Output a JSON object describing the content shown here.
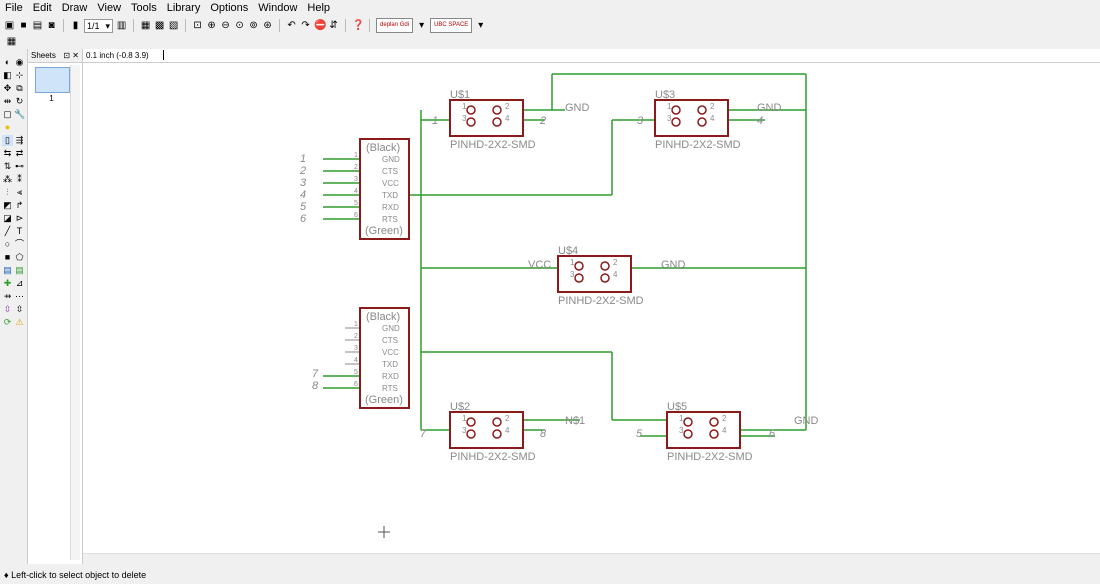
{
  "menu": {
    "items": [
      "File",
      "Edit",
      "Draw",
      "View",
      "Tools",
      "Library",
      "Options",
      "Window",
      "Help"
    ]
  },
  "toolbar": {
    "sheet_select": "1/1",
    "logo1": "deplan Gdi",
    "logo2": "UBC SPACE"
  },
  "sheets": {
    "title": "Sheets",
    "current": "1"
  },
  "command": {
    "coordinates": "0.1 inch (-0.8 3.9)"
  },
  "status": {
    "message": "Left-click to select object to delete"
  },
  "schematic": {
    "parts": [
      {
        "name": "U$1",
        "package": "PINHD-2X2-SMD"
      },
      {
        "name": "U$3",
        "package": "PINHD-2X2-SMD"
      },
      {
        "name": "U$4",
        "package": "PINHD-2X2-SMD"
      },
      {
        "name": "U$2",
        "package": "PINHD-2X2-SMD"
      },
      {
        "name": "U$5",
        "package": "PINHD-2X2-SMD"
      }
    ],
    "header1": {
      "top": "(Black)",
      "bottom": "(Green)",
      "pins": [
        "GND",
        "CTS",
        "VCC",
        "TXD",
        "RXD",
        "RTS"
      ],
      "nets": [
        "1",
        "2",
        "3",
        "4",
        "5",
        "6"
      ]
    },
    "header2": {
      "top": "(Black)",
      "bottom": "(Green)",
      "pins": [
        "GND",
        "CTS",
        "VCC",
        "TXD",
        "RXD",
        "RTS"
      ],
      "nets": [
        "7",
        "8"
      ]
    },
    "net_labels": {
      "gnd": "GND",
      "vcc": "VCC",
      "n1": "N$1"
    },
    "pin_nums": [
      "1",
      "2",
      "3",
      "4"
    ],
    "header_pin_nums": [
      "1",
      "2",
      "3",
      "4",
      "5",
      "6"
    ],
    "wire_labels": {
      "u1_left": "1",
      "u1_right": "2",
      "u3_left": "3",
      "u3_right": "4",
      "u2_left": "7",
      "u2_right": "8",
      "u5_left": "5",
      "u5_right": "6"
    }
  },
  "colors": {
    "wire": "#2e9e2e",
    "part": "#8b1a1a",
    "text": "#8a8a8a"
  }
}
